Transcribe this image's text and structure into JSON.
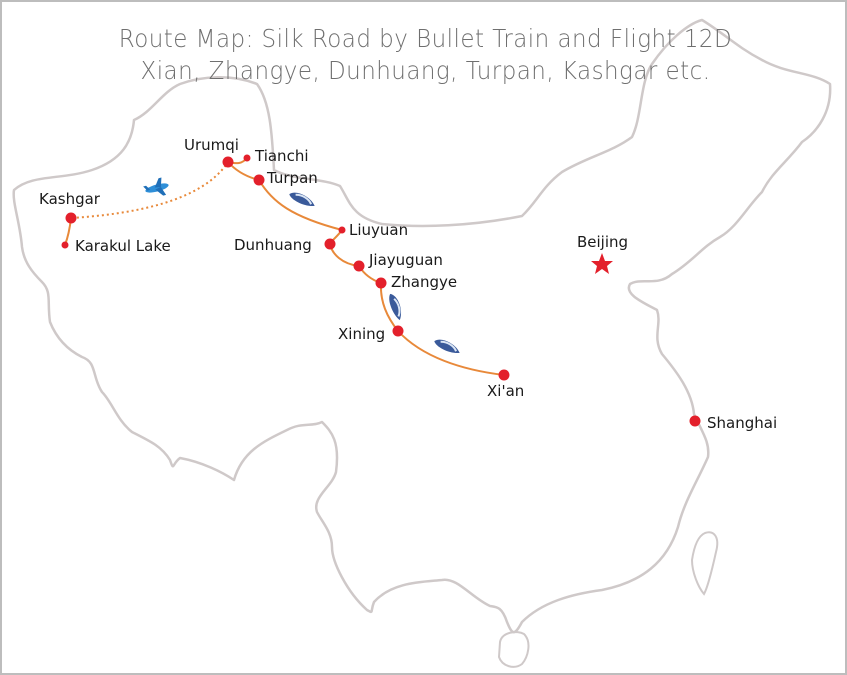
{
  "title": {
    "line1": "Route Map: Silk Road by Bullet Train and Flight 12D",
    "line2": "Xian, Zhangye, Dunhuang, Turpan, Kashgar etc."
  },
  "cities": {
    "urumqi": "Urumqi",
    "tianchi": "Tianchi",
    "turpan": "Turpan",
    "kashgar": "Kashgar",
    "karakul": "Karakul Lake",
    "liuyuan": "Liuyuan",
    "dunhuang": "Dunhuang",
    "jiayuguan": "Jiayuguan",
    "zhangye": "Zhangye",
    "xining": "Xining",
    "xian": "Xi'an",
    "beijing": "Beijing",
    "shanghai": "Shanghai"
  },
  "colors": {
    "route": "#e8893a",
    "city": "#e3202b",
    "border": "#cfc9c9",
    "title": "#6f6f6f"
  },
  "icons": [
    "airplane-icon",
    "bullet-train-icon",
    "capital-star-icon"
  ]
}
